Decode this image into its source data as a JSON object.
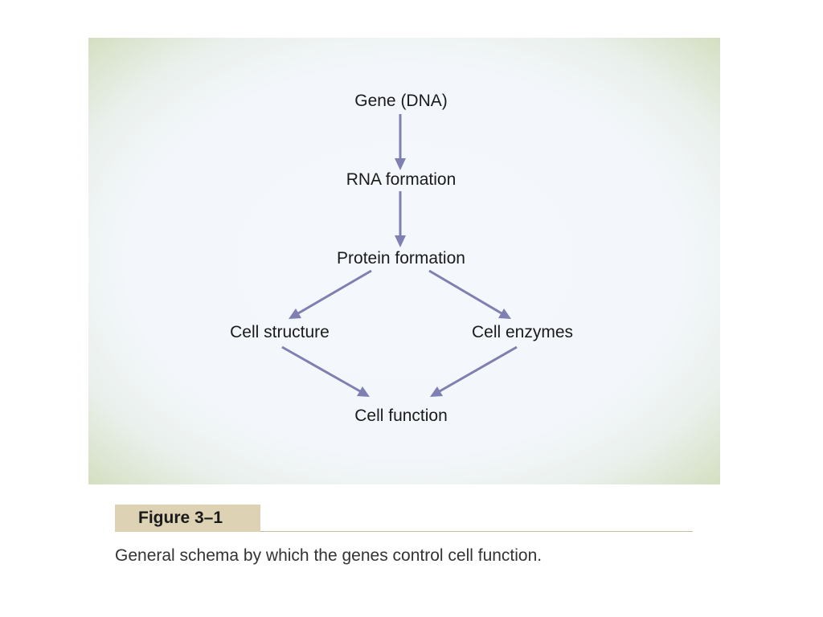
{
  "diagram": {
    "nodes": {
      "gene": "Gene (DNA)",
      "rna": "RNA formation",
      "protein": "Protein formation",
      "structure": "Cell structure",
      "enzymes": "Cell enzymes",
      "function": "Cell function"
    },
    "colors": {
      "arrow": "#7f7fb2",
      "frame": "#d6e1c4",
      "panel": "#f3f7fb",
      "tag": "#ded2b4"
    }
  },
  "figure": {
    "label": "Figure 3–1",
    "caption": "General schema by which the genes control cell function."
  }
}
